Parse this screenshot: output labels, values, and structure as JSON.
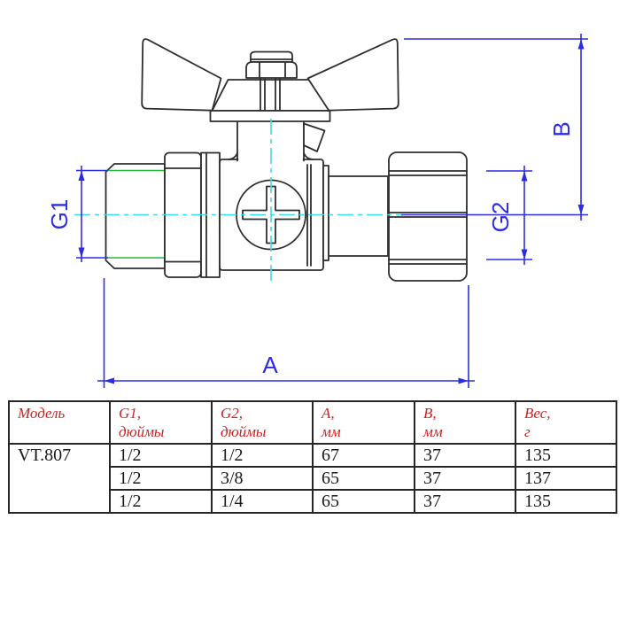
{
  "drawing": {
    "dim_a": "A",
    "dim_b": "B",
    "dim_g1": "G1",
    "dim_g2": "G2"
  },
  "colors": {
    "dimension_blue": "#2d2de0",
    "centerline_cyan": "#3cdbe8",
    "thread_green": "#25b93c",
    "header_red": "#cc2222",
    "outline_dark": "#2e2e2e"
  },
  "table": {
    "headers": [
      {
        "line1": "Модель",
        "line2": ""
      },
      {
        "line1": "G1,",
        "line2": "дюймы"
      },
      {
        "line1": "G2,",
        "line2": "дюймы"
      },
      {
        "line1": "A,",
        "line2": "мм"
      },
      {
        "line1": "B,",
        "line2": "мм"
      },
      {
        "line1": "Вес,",
        "line2": "г"
      }
    ],
    "model": "VT.807",
    "rows": [
      [
        "1/2",
        "1/2",
        "67",
        "37",
        "135"
      ],
      [
        "1/2",
        "3/8",
        "65",
        "37",
        "137"
      ],
      [
        "1/2",
        "1/4",
        "65",
        "37",
        "135"
      ]
    ]
  }
}
